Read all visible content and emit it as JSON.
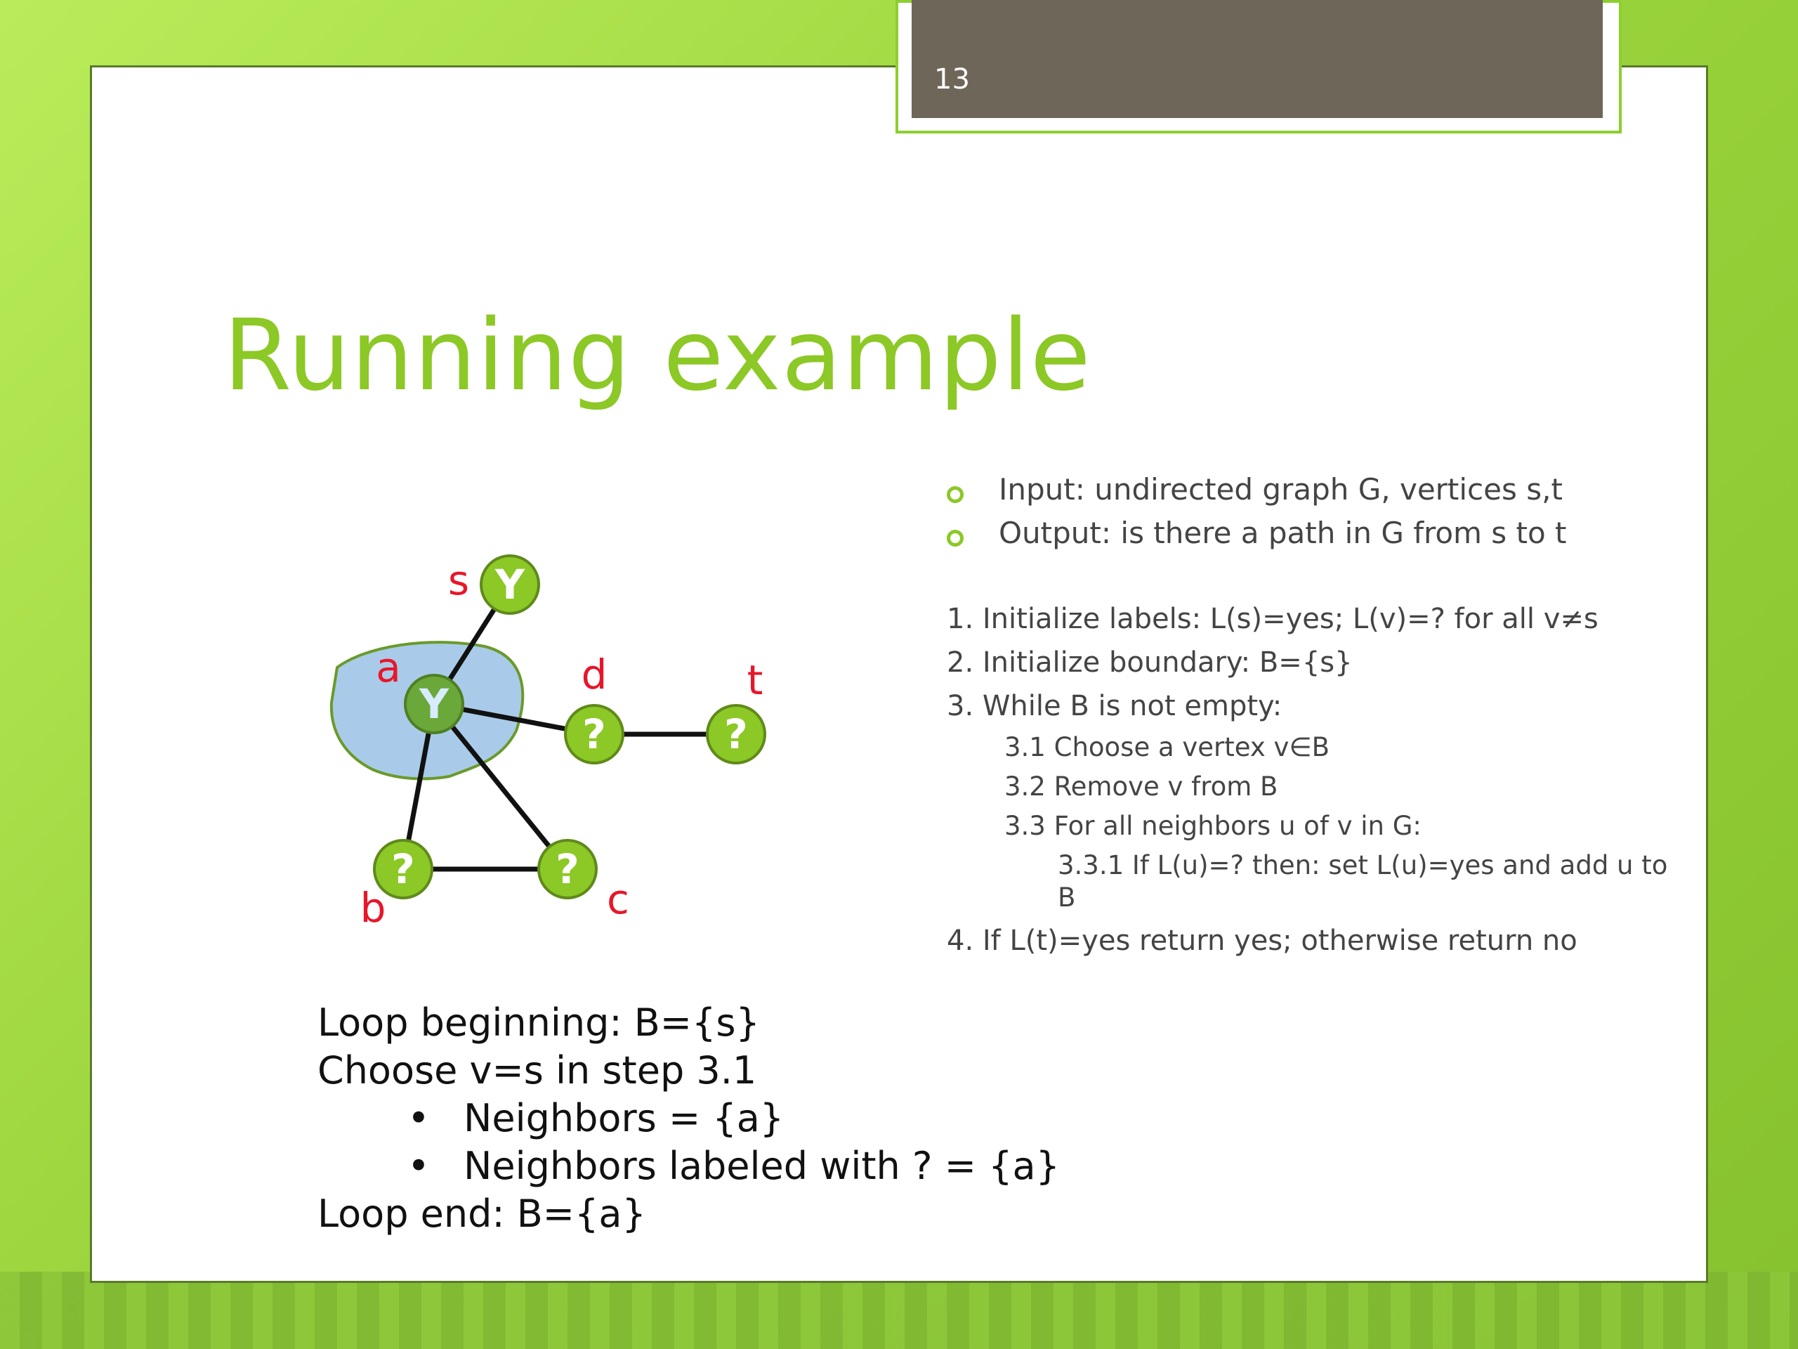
{
  "slide_number": "13",
  "title": "Running example",
  "io_items": [
    "Input: undirected graph G, vertices s,t",
    "Output: is there a path in G from s to t"
  ],
  "steps": [
    "1. Initialize labels: L(s)=yes; L(v)=? for all v≠s",
    "2. Initialize boundary: B={s}",
    "3. While B is not empty:",
    "3.1 Choose a vertex v∈B",
    "3.2 Remove v from B",
    "3.3 For all neighbors u of v in G:",
    "3.3.1 If L(u)=? then: set L(u)=yes and add u to",
    "B",
    "4. If L(t)=yes return yes; otherwise return no"
  ],
  "graph": {
    "nodes": [
      {
        "id": "s",
        "label": "s",
        "value": "Y"
      },
      {
        "id": "a",
        "label": "a",
        "value": "Y"
      },
      {
        "id": "d",
        "label": "d",
        "value": "?"
      },
      {
        "id": "t",
        "label": "t",
        "value": "?"
      },
      {
        "id": "b",
        "label": "b",
        "value": "?"
      },
      {
        "id": "c",
        "label": "c",
        "value": "?"
      }
    ],
    "edges": [
      [
        "s",
        "a"
      ],
      [
        "a",
        "d"
      ],
      [
        "d",
        "t"
      ],
      [
        "a",
        "b"
      ],
      [
        "a",
        "c"
      ],
      [
        "b",
        "c"
      ]
    ],
    "colors": {
      "node_fill": "#8cc826",
      "node_stroke": "#5f8a1a",
      "highlight_fill": "#a9cbe9",
      "label": "#e8162a",
      "edge": "#111111"
    }
  },
  "loop": {
    "line1": "Loop beginning: B={s}",
    "line2": "Choose v=s in step 3.1",
    "bullet_char": "•",
    "bullet1": "Neighbors = {a}",
    "bullet2": "Neighbors labeled with ? = {a}",
    "line3": "Loop end: B={a}"
  }
}
